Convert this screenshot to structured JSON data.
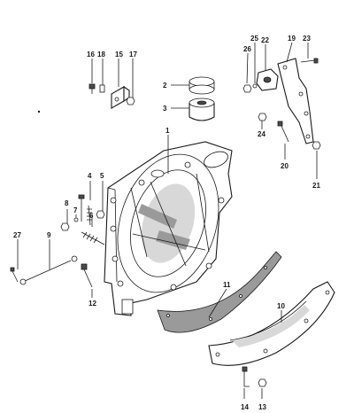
{
  "callouts": [
    {
      "id": "c1",
      "label": "1"
    },
    {
      "id": "c2",
      "label": "2"
    },
    {
      "id": "c3",
      "label": "3"
    },
    {
      "id": "c4",
      "label": "4"
    },
    {
      "id": "c5",
      "label": "5"
    },
    {
      "id": "c6",
      "label": "6"
    },
    {
      "id": "c7",
      "label": "7"
    },
    {
      "id": "c8",
      "label": "8"
    },
    {
      "id": "c9",
      "label": "9"
    },
    {
      "id": "c10",
      "label": "10"
    },
    {
      "id": "c11",
      "label": "11"
    },
    {
      "id": "c12",
      "label": "12"
    },
    {
      "id": "c13",
      "label": "13"
    },
    {
      "id": "c14",
      "label": "14"
    },
    {
      "id": "c15",
      "label": "15"
    },
    {
      "id": "c16",
      "label": "16"
    },
    {
      "id": "c17",
      "label": "17"
    },
    {
      "id": "c18",
      "label": "18"
    },
    {
      "id": "c19",
      "label": "19"
    },
    {
      "id": "c20",
      "label": "20"
    },
    {
      "id": "c21",
      "label": "21"
    },
    {
      "id": "c22",
      "label": "22"
    },
    {
      "id": "c23",
      "label": "23"
    },
    {
      "id": "c24",
      "label": "24"
    },
    {
      "id": "c25",
      "label": "25"
    },
    {
      "id": "c26",
      "label": "26"
    },
    {
      "id": "c27",
      "label": "27"
    }
  ],
  "colors": {
    "ink": "#1a1a1a",
    "shade": "#9a9a9a",
    "light": "#d8d8d8",
    "paper": "#ffffff"
  }
}
